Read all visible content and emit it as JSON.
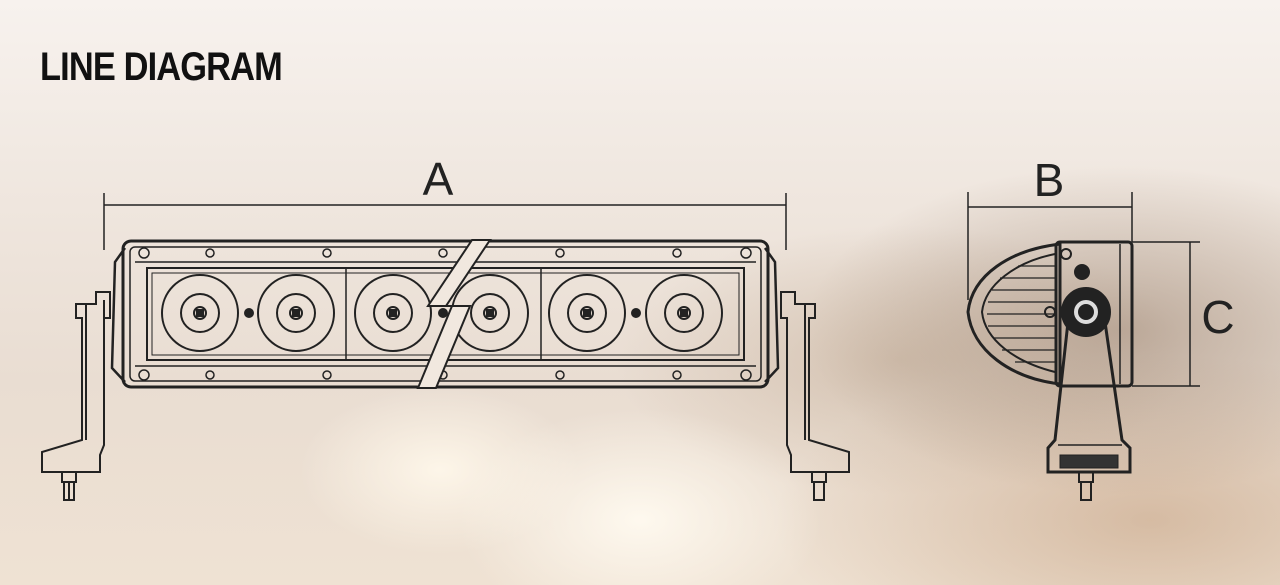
{
  "title": "LINE DIAGRAM",
  "dimensions": {
    "a": "A",
    "b": "B",
    "c": "C"
  },
  "colors": {
    "line": "#222222",
    "title": "#111111"
  }
}
